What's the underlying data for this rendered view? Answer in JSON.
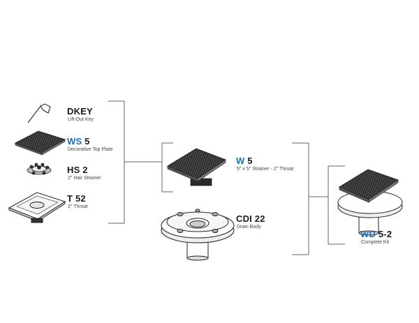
{
  "components": [
    {
      "id": "dkey",
      "code_prefix": "",
      "code_rest": "DKEY",
      "description": "Lift-Out Key"
    },
    {
      "id": "ws5",
      "code_prefix": "WS",
      "code_rest": " 5",
      "description": "Decorative Top Plate"
    },
    {
      "id": "hs2",
      "code_prefix": "",
      "code_rest": "HS 2",
      "description": "2\" Hair Strainer"
    },
    {
      "id": "t52",
      "code_prefix": "",
      "code_rest": "T 52",
      "description": "2\" Throat"
    }
  ],
  "subassemblies": [
    {
      "id": "w5",
      "code_prefix": "W",
      "code_rest": " 5",
      "description": "5\" x 5\" Strainer - 2\" Throat"
    },
    {
      "id": "cdi22",
      "code_prefix": "",
      "code_rest": "CDI 22",
      "description": "Drain Body"
    }
  ],
  "kit": {
    "id": "wd52",
    "code_prefix": "WD",
    "code_rest": " 5-2",
    "description": "Complete Kit"
  },
  "colors": {
    "accent": "#1f6fb5",
    "text": "#1a1a1a",
    "line": "#555555",
    "grate": "#3a3a3a"
  }
}
